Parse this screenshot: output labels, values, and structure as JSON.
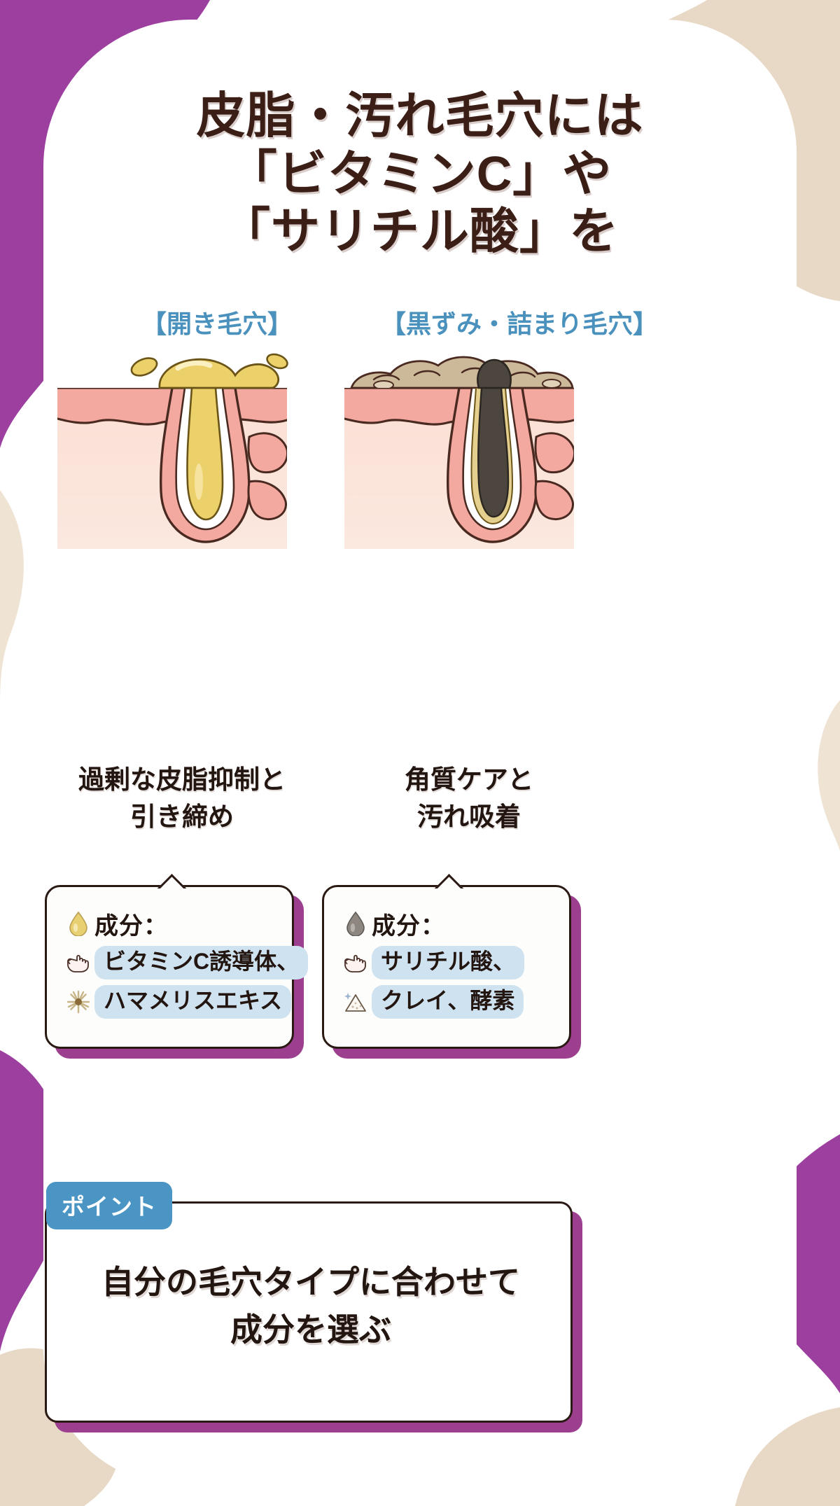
{
  "palette": {
    "title_text": "#3b1f16",
    "heading_blue": "#4a92bd",
    "badge_blue": "#4a95c4",
    "highlight_blue": "#cfe2f0",
    "card_border": "#2b1a14",
    "card_shadow_purple": "#9c3f8e",
    "bg_purple": "#9c3f9e",
    "bg_beige": "#e8d9c6",
    "skin_pink": "#f0a8a0",
    "skin_light": "#fbe0d6",
    "sebum_yellow": "#ecd06a",
    "plug_dark": "#4c463f",
    "keratin_tan": "#cbb99a"
  },
  "title": {
    "line1": "皮脂・汚れ毛穴には",
    "line2": "「ビタミンC」や",
    "line3": "「サリチル酸」を"
  },
  "columns": [
    {
      "header": "【開き毛穴】",
      "illustration": "open-pore-sebum-diagram",
      "caption_line1": "過剰な皮脂抑制と",
      "caption_line2": "引き締め",
      "card": {
        "heading_icon": "yellow-droplet-icon",
        "heading": "成分：",
        "items": [
          {
            "icon": "pointing-hand-icon",
            "label": "ビタミンC誘導体、"
          },
          {
            "icon": "witch-hazel-flower-icon",
            "label": "ハマメリスエキス"
          }
        ]
      }
    },
    {
      "header": "【黒ずみ・詰まり毛穴】",
      "illustration": "clogged-blackhead-pore-diagram",
      "caption_line1": "角質ケアと",
      "caption_line2": "汚れ吸着",
      "card": {
        "heading_icon": "gray-droplet-icon",
        "heading": "成分：",
        "items": [
          {
            "icon": "pointing-hand-icon",
            "label": "サリチル酸、"
          },
          {
            "icon": "clay-powder-icon",
            "label": "クレイ、酵素"
          }
        ]
      }
    }
  ],
  "point": {
    "badge": "ポイント",
    "line1": "自分の毛穴タイプに合わせて",
    "line2": "成分を選ぶ"
  }
}
